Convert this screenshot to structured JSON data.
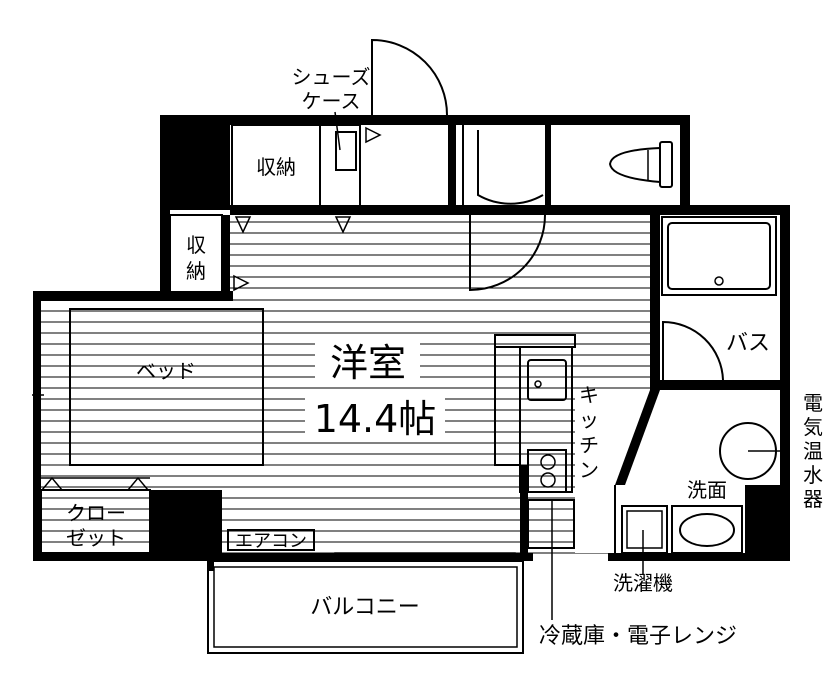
{
  "rooms": {
    "western_room": "洋室",
    "western_room_size": "14.4帖",
    "storage_top": "収納",
    "storage_side_1": "収",
    "storage_side_2": "納",
    "bed": "ベッド",
    "closet_1": "クロー",
    "closet_2": "ゼット",
    "aircon": "エアコン",
    "balcony": "バルコニー",
    "kitchen": "キッチン",
    "bath": "バス",
    "washbasin": "洗面",
    "washing_machine": "洗濯機",
    "water_heater": "電気温水器",
    "fridge": "冷蔵庫・電子レンジ",
    "shoe_case_1": "シューズ",
    "shoe_case_2": "ケース"
  },
  "colors": {
    "wall": "#000000",
    "background": "#ffffff"
  }
}
